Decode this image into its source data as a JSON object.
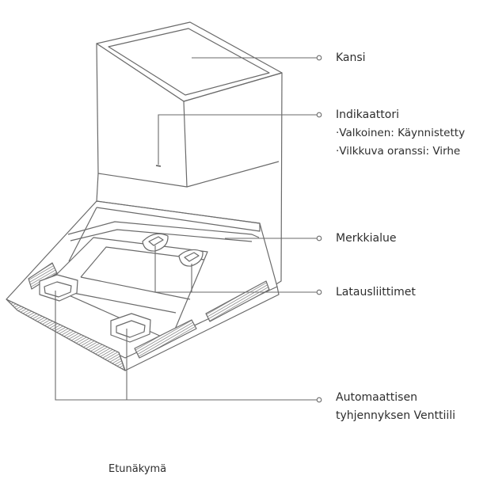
{
  "labels": {
    "kansi": "Kansi",
    "indikaattori": "Indikaattori",
    "valkoinen": "·Valkoinen: Käynnistetty",
    "vilkkuva": "·Vilkkuva oranssi: Virhe",
    "merkkialue": "Merkkialue",
    "latausliittimet": "Latausliittimet",
    "venttiili_line1": "Automaattisen",
    "venttiili_line2": "tyhjennyksen Venttiili"
  },
  "caption": "Etunäkymä",
  "colors": {
    "line": "#6a6a6a",
    "text": "#2e2e2e"
  }
}
